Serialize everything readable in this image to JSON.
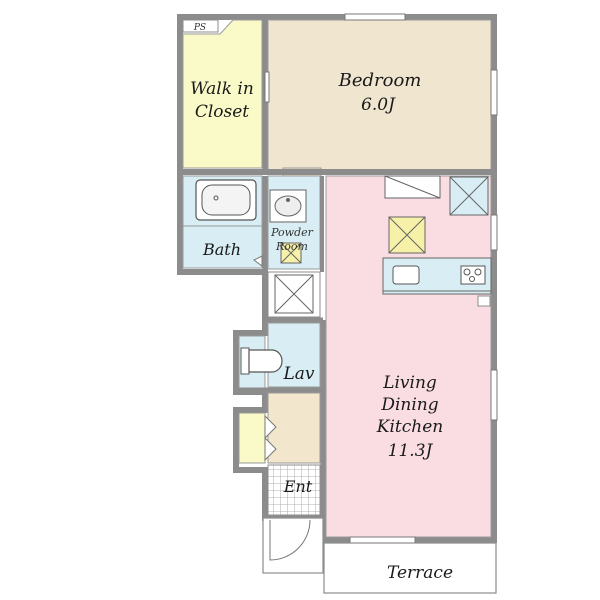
{
  "colors": {
    "wall": "#8c8c8c",
    "closet": "#fafac8",
    "bedroom": "#f0e6d0",
    "wet": "#d8eef4",
    "living": "#fadde3",
    "entrance_hall": "#f2e7cc",
    "terrace": "#ffffff",
    "fixture_x": "#f6f0a8"
  },
  "labels": {
    "ps": "PS",
    "walk_in_closet_line1": "Walk in",
    "walk_in_closet_line2": "Closet",
    "bedroom_name": "Bedroom",
    "bedroom_size": "6.0J",
    "bath": "Bath",
    "powder_room_line1": "Powder",
    "powder_room_line2": "Room",
    "lav": "Lav",
    "ldk_line1": "Living",
    "ldk_line2": "Dining",
    "ldk_line3": "Kitchen",
    "ldk_size": "11.3J",
    "entrance": "Ent",
    "terrace": "Terrace"
  }
}
